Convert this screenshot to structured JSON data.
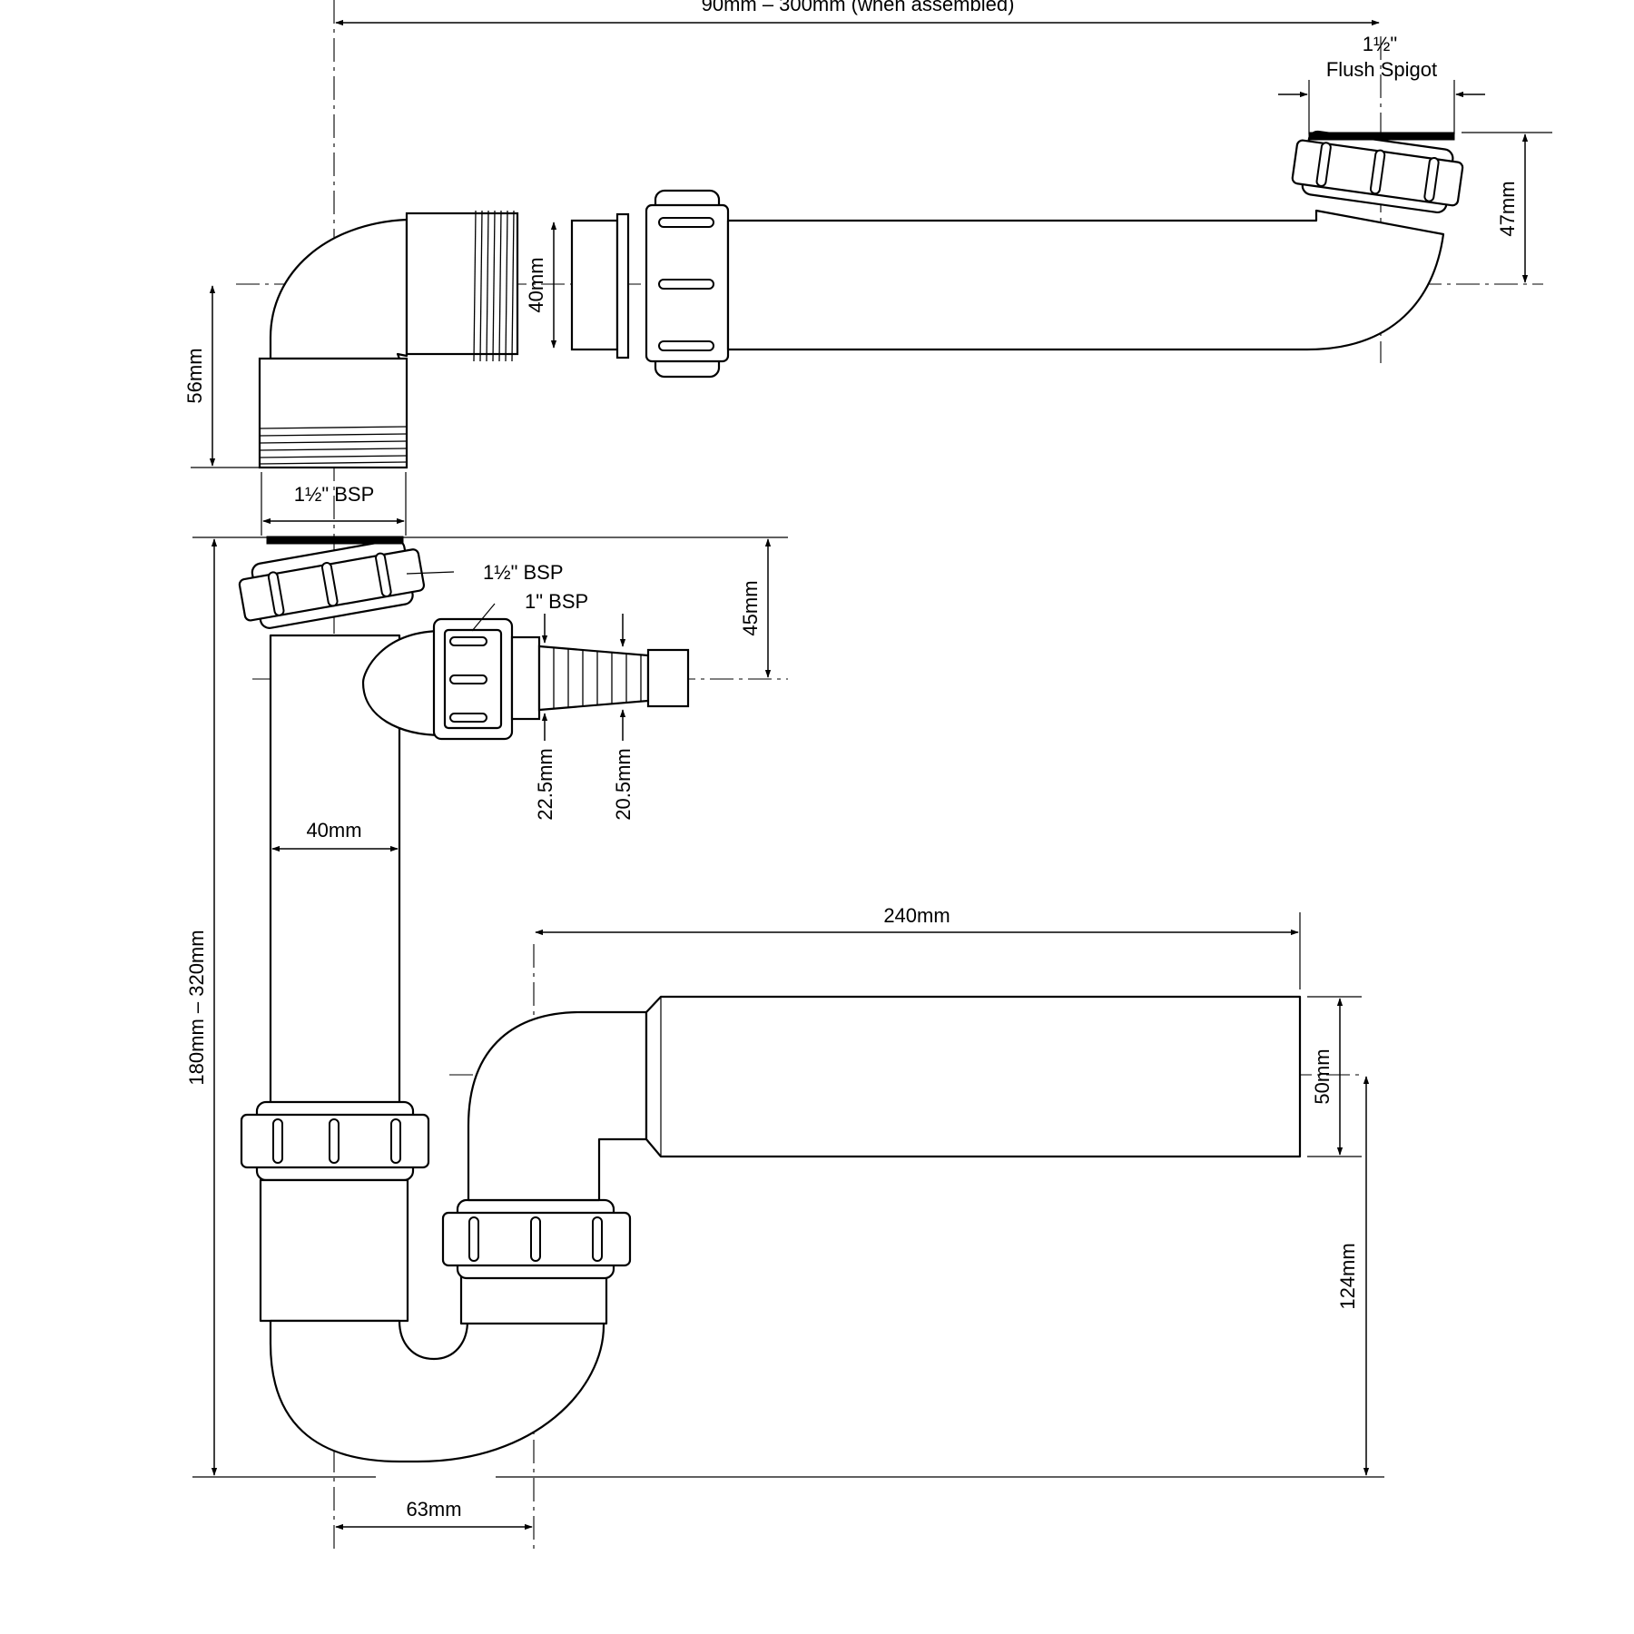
{
  "drawing": {
    "top_assembly": {
      "length_label": "90mm – 300mm (when assembled)",
      "flush_spigot_size": "1½\"",
      "flush_spigot_label": "Flush Spigot",
      "pipe_diameter": "40mm",
      "inlet_height": "56mm",
      "outlet_drop": "47mm",
      "thread_label": "1½\" BSP"
    },
    "trap_assembly": {
      "overall_height": "180mm – 320mm",
      "pipe_diameter": "40mm",
      "trap_offset": "63mm",
      "nut_label": "1½\" BSP",
      "spigot_thread_label": "1\" BSP",
      "spigot_outer_diameter": "22.5mm",
      "spigot_tip_diameter": "20.5mm",
      "spigot_height": "45mm",
      "outlet_length": "240mm",
      "outlet_diameter": "50mm",
      "outlet_height": "124mm"
    }
  }
}
